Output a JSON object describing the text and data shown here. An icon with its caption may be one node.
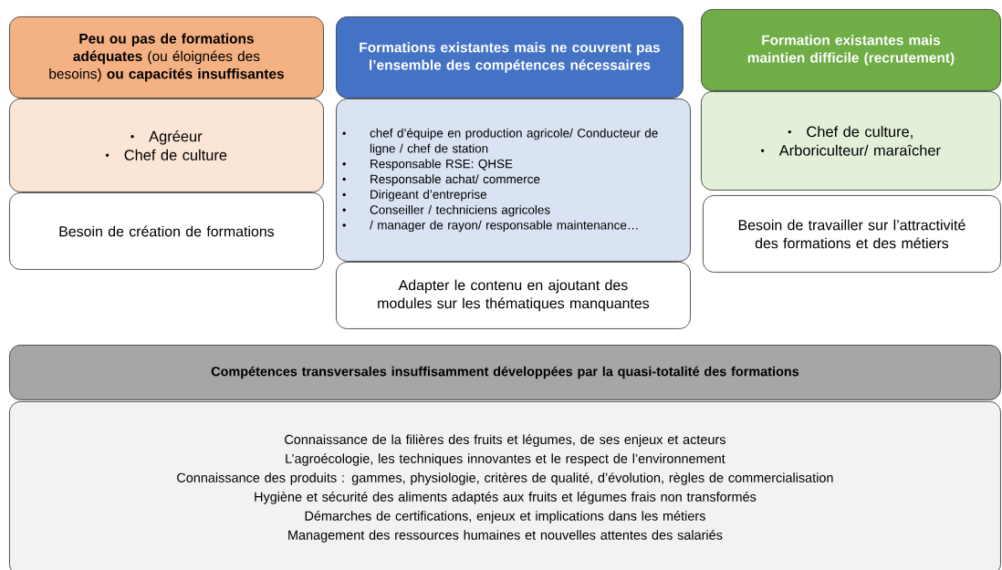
{
  "diagram": {
    "nodes": [
      {
        "text": [
          "**Peu ou pas de formations adéquates** (ou éloignées des besoins) **ou capacités insuffisantes**"
        ]
      },
      {
        "text": [
          "Agréeur",
          "Chef de culture"
        ]
      },
      {
        "text": [
          "Besoin de création de formations"
        ]
      },
      {
        "text": [
          "Formations existantes mais ne couvrent pas l’ensemble des compétences nécessaires"
        ]
      },
      {
        "text": [
          "chef d’équipe en production agricole/ Conducteur de ligne / chef de station",
          "Responsable RSE: QHSE",
          "Responsable achat/ commerce",
          "Dirigeant d’entreprise",
          "Conseiller / techniciens agricoles",
          "/ manager de rayon/ responsable maintenance…"
        ]
      },
      {
        "text": [
          "Adapter le contenu en ajoutant des modules sur les thématiques manquantes"
        ]
      },
      {
        "text": [
          "Formation existantes mais maintien difficile  (recrutement)"
        ]
      },
      {
        "text": [
          "Chef de culture,",
          "Arboriculteur/ maraîcher"
        ]
      },
      {
        "text": [
          "Besoin de travailler sur l’attractivité des formations et des métiers"
        ]
      },
      {
        "text": [
          "Compétences transversales insuffisamment développées par la quasi-totalité des formations"
        ]
      },
      {
        "text": [
          "Connaissance de la filières des fruits et légumes, de ses enjeux et acteurs",
          "L’agroécologie, les techniques innovantes et le respect de l’environnement",
          "Connaissance des produits : gammes, physiologie, critères de qualité, d’évolution, règles de commercialisation",
          "Hygiène et sécurité des aliments adaptés aux fruits et légumes frais non transformés",
          "Démarches de certifications, enjeux et implications dans les métiers",
          "Management des ressources humaines et nouvelles attentes des salariés"
        ]
      }
    ]
  }
}
